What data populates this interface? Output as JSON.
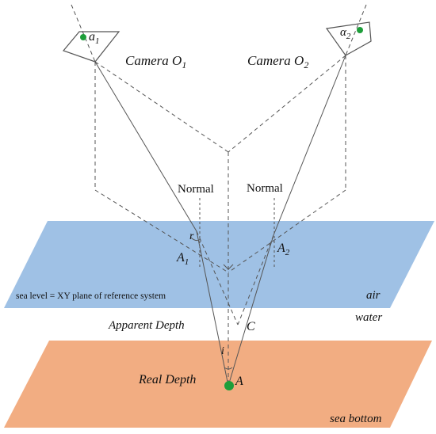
{
  "colors": {
    "water_plane": "#9fc1e5",
    "bottom_plane": "#f2ad82",
    "point": "#1e9e3a",
    "line": "#555555",
    "text": "#111111"
  },
  "labels": {
    "camera_1": "Camera O",
    "camera_1_sub": "1",
    "camera_2": "Camera O",
    "camera_2_sub": "2",
    "image_pt_1": "a",
    "image_pt_1_sub": "1",
    "image_pt_2": "α",
    "image_pt_2_sub": "2",
    "normal_1": "Normal",
    "normal_2": "Normal",
    "refr_pt_1": "A",
    "refr_pt_1_sub": "1",
    "refr_pt_2": "A",
    "refr_pt_2_sub": "2",
    "angle_r": "r",
    "angle_i": "i",
    "point_c": "C",
    "point_a": "A",
    "sea_level": "sea level = XY plane of reference system",
    "air": "air",
    "water": "water",
    "apparent_depth": "Apparent Depth",
    "real_depth": "Real Depth",
    "sea_bottom": "sea bottom"
  }
}
